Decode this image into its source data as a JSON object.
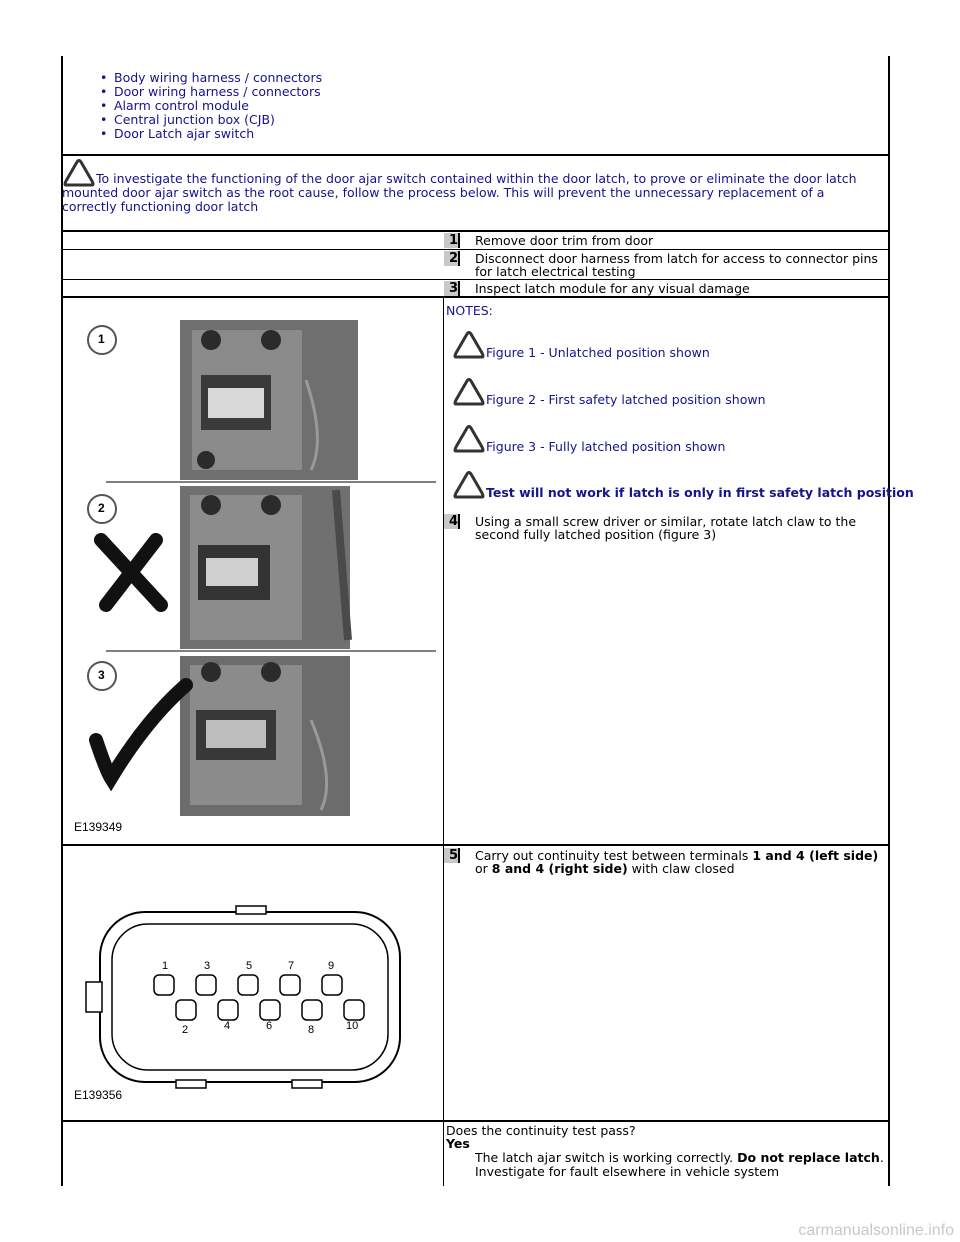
{
  "bullets": [
    "Body wiring harness / connectors",
    "Door wiring harness / connectors",
    "Alarm control module",
    "Central junction box (CJB)",
    "Door Latch ajar switch"
  ],
  "intro_note": "To investigate the functioning of the door ajar switch contained within the door latch, to prove or eliminate the door latch mounted door ajar switch as the root cause, follow the process below. This will prevent the unnecessary replacement of a correctly functioning door latch",
  "steps": [
    {
      "num": "1",
      "text": "Remove door trim from door"
    },
    {
      "num": "2",
      "text": "Disconnect door harness from latch for access to connector pins for latch electrical testing"
    },
    {
      "num": "3",
      "text": "Inspect latch module for any visual damage"
    }
  ],
  "notes_heading": "NOTES:",
  "notes": [
    "Figure 1 - Unlatched position shown",
    "Figure 2 - First safety latched position shown",
    "Figure 3 - Fully latched position shown",
    "Test will not work if latch is only in first safety latch position"
  ],
  "step4": {
    "num": "4",
    "text": "Using a small screw driver or similar, rotate latch claw to the second fully latched position (figure 3)"
  },
  "figure1": {
    "labels": [
      "1",
      "2",
      "3"
    ],
    "code": "E139349"
  },
  "step5": {
    "num": "5",
    "pre": "Carry out continuity test between terminals ",
    "bold1": "1 and 4 (left side)",
    "mid": " or ",
    "bold2": "8 and 4 (right side)",
    "post": " with claw closed"
  },
  "figure2": {
    "top_pins": [
      "1",
      "3",
      "5",
      "7",
      "9"
    ],
    "bottom_pins": [
      "2",
      "4",
      "6",
      "8",
      "10"
    ],
    "code": "E139356"
  },
  "question": "Does the continuity test pass?",
  "yes_label": "Yes",
  "yes_text_pre": "The latch ajar switch is working correctly. ",
  "yes_text_bold": "Do not replace latch",
  "yes_text_post": ".",
  "yes_text2": "Investigate for fault elsewhere in vehicle system",
  "watermark": "carmanualsonline.info"
}
